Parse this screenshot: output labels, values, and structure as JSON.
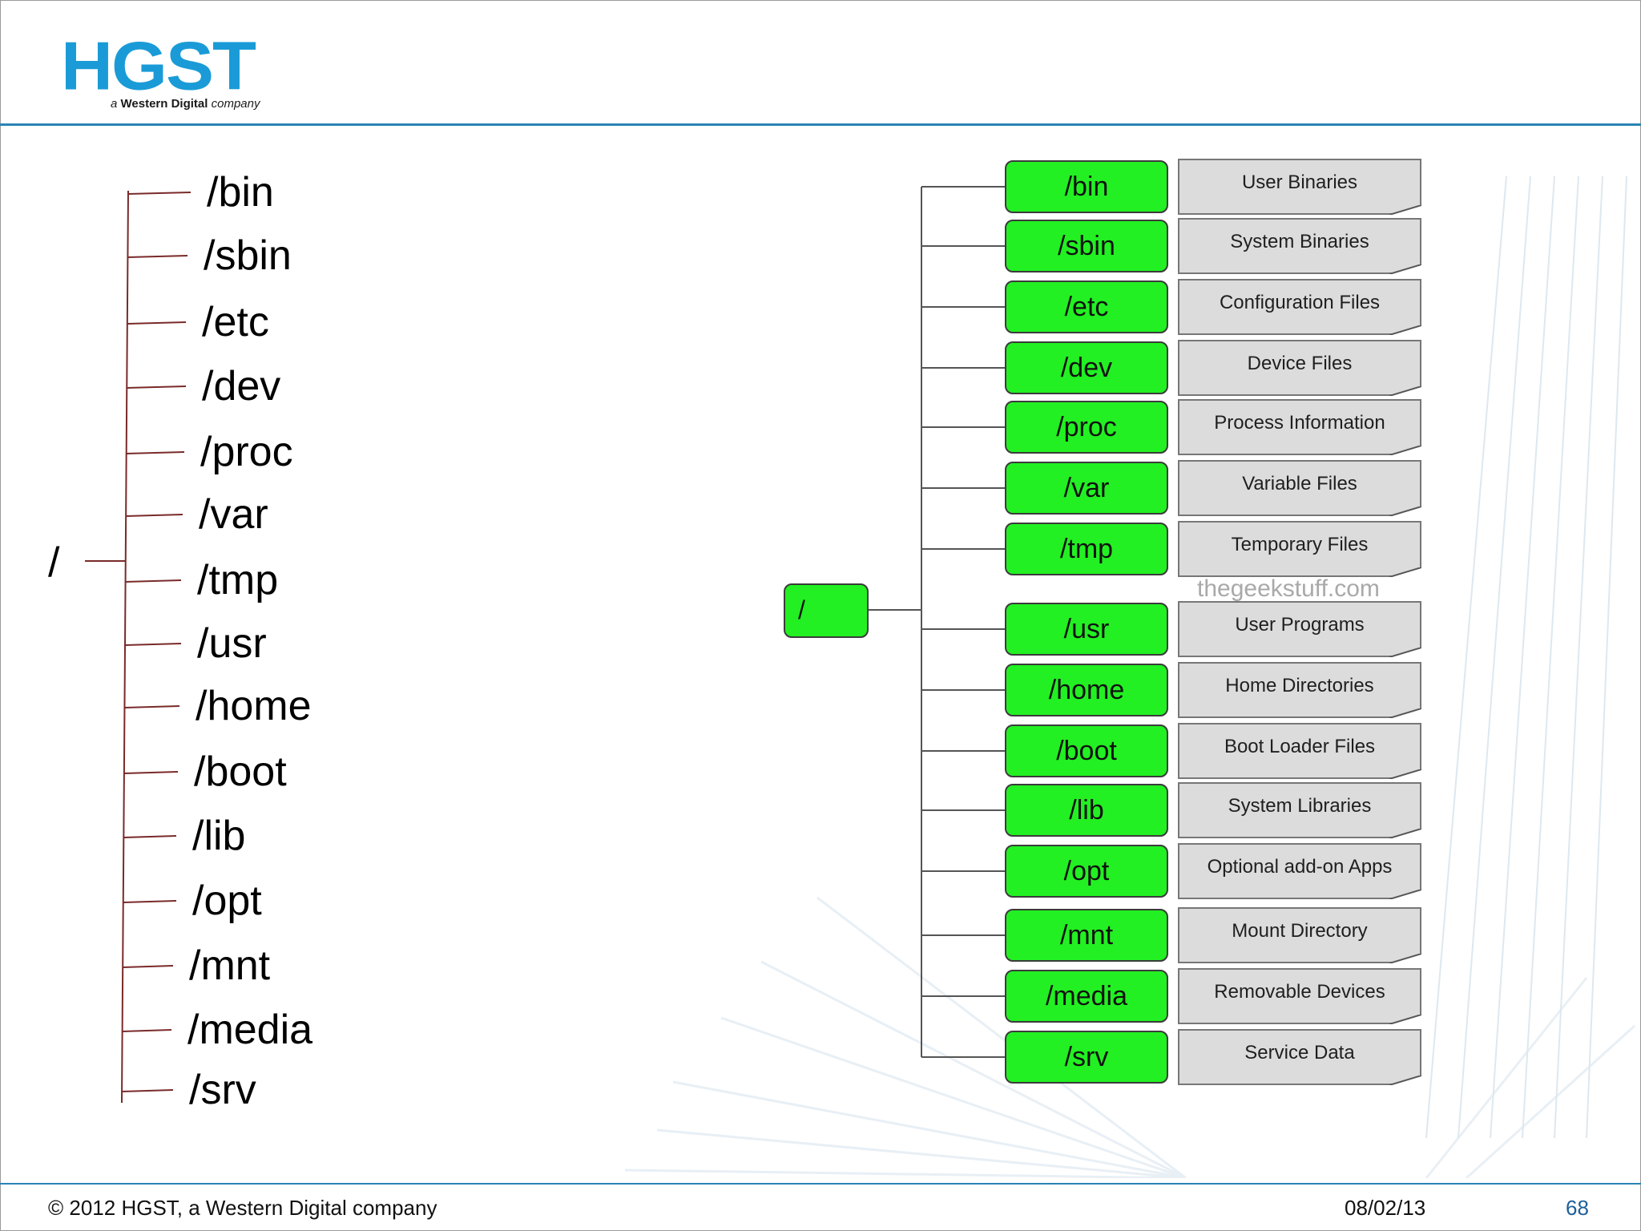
{
  "header": {
    "logo_text": "HGST",
    "logo_tagline_prefix": "a ",
    "logo_tagline_brand": "Western Digital",
    "logo_tagline_suffix": " company"
  },
  "left_tree": {
    "root": "/",
    "items": [
      "/bin",
      "/sbin",
      "/etc",
      "/dev",
      "/proc",
      "/var",
      "/tmp",
      "/usr",
      "/home",
      "/boot",
      "/lib",
      "/opt",
      "/mnt",
      "/media",
      "/srv"
    ]
  },
  "right_diagram": {
    "root": "/",
    "watermark": "thegeekstuff.com",
    "rows": [
      {
        "dir": "/bin",
        "desc": "User Binaries"
      },
      {
        "dir": "/sbin",
        "desc": "System Binaries"
      },
      {
        "dir": "/etc",
        "desc": "Configuration Files"
      },
      {
        "dir": "/dev",
        "desc": "Device Files"
      },
      {
        "dir": "/proc",
        "desc": "Process Information"
      },
      {
        "dir": "/var",
        "desc": "Variable Files"
      },
      {
        "dir": "/tmp",
        "desc": "Temporary Files"
      },
      {
        "dir": "/usr",
        "desc": "User Programs"
      },
      {
        "dir": "/home",
        "desc": "Home Directories"
      },
      {
        "dir": "/boot",
        "desc": "Boot Loader Files"
      },
      {
        "dir": "/lib",
        "desc": "System Libraries"
      },
      {
        "dir": "/opt",
        "desc": "Optional add-on Apps"
      },
      {
        "dir": "/mnt",
        "desc": "Mount Directory"
      },
      {
        "dir": "/media",
        "desc": "Removable Devices"
      },
      {
        "dir": "/srv",
        "desc": "Service Data"
      }
    ]
  },
  "footer": {
    "copyright": "© 2012 HGST, a Western Digital company",
    "date": "08/02/13",
    "page": "68"
  },
  "colors": {
    "brand_blue": "#1a9bd7",
    "rule_blue": "#2b84b4",
    "dir_green": "#22f022",
    "note_gray": "#dcdcdc",
    "left_tree_line": "#7a2a2a"
  }
}
